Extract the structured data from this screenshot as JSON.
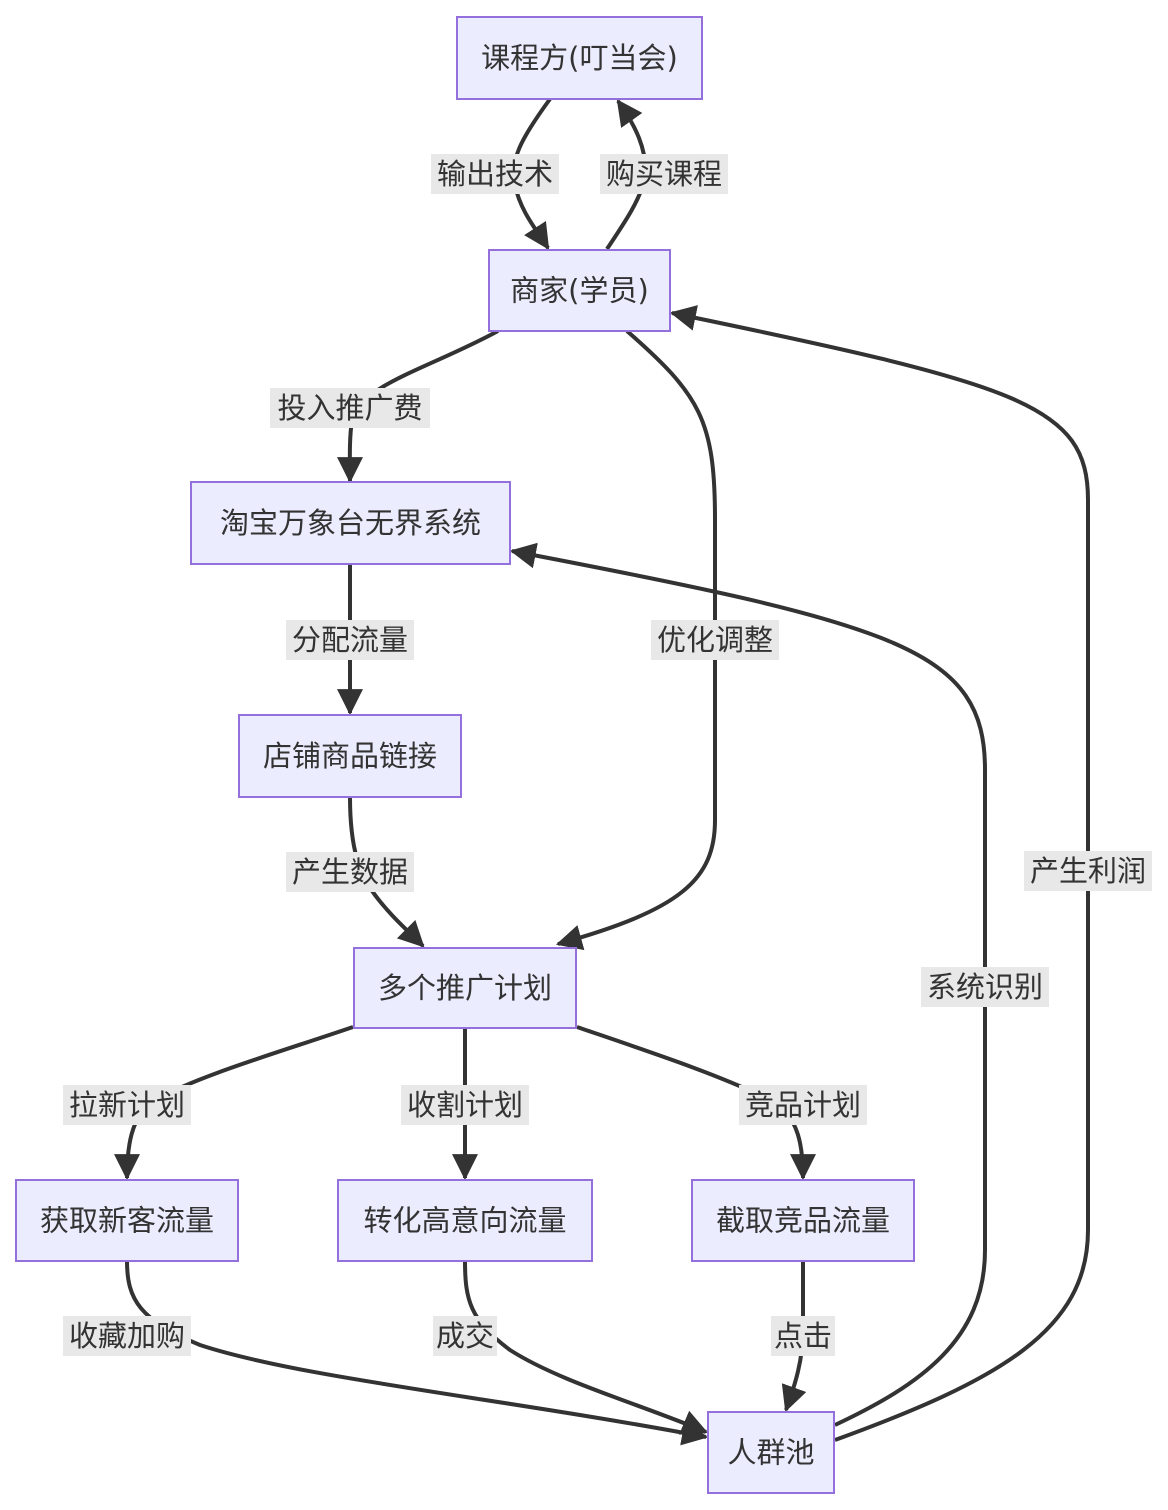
{
  "nodes": {
    "course_provider": "课程方(叮当会)",
    "merchant": "商家(学员)",
    "taobao_system": "淘宝万象台无界系统",
    "store_link": "店铺商品链接",
    "promo_plans": "多个推广计划",
    "new_customer_traffic": "获取新客流量",
    "high_intent_traffic": "转化高意向流量",
    "competitor_traffic": "截取竞品流量",
    "crowd_pool": "人群池"
  },
  "edges": {
    "output_tech": "输出技术",
    "buy_course": "购买课程",
    "invest_ad": "投入推广费",
    "optimize": "优化调整",
    "distribute_traffic": "分配流量",
    "generate_data": "产生数据",
    "new_plan": "拉新计划",
    "harvest_plan": "收割计划",
    "competitor_plan": "竞品计划",
    "favorite_cart": "收藏加购",
    "deal": "成交",
    "click": "点击",
    "system_identify": "系统识别",
    "profit": "产生利润"
  }
}
